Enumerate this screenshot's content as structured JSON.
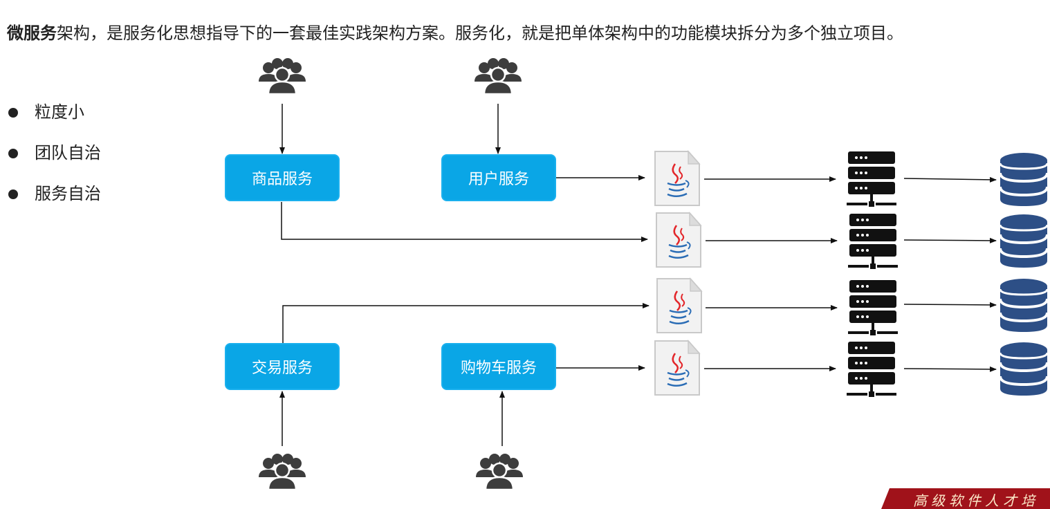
{
  "intro": {
    "bold": "微服务",
    "text": "架构，是服务化思想指导下的一套最佳实践架构方案。服务化，就是把单体架构中的功能模块拆分为多个独立项目。"
  },
  "bullets": [
    "粒度小",
    "团队自治",
    "服务自治"
  ],
  "services": {
    "product": "商品服务",
    "user": "用户服务",
    "trade": "交易服务",
    "cart": "购物车服务"
  },
  "icons": {
    "users": "users-group-icon",
    "app": "java-app-icon",
    "server": "server-rack-icon",
    "database": "database-icon"
  },
  "colors": {
    "service_box": "#0aa6e6",
    "users_icon": "#3d3d3d",
    "database": "#2d4f86",
    "server": "#111111",
    "banner": "#a0121a"
  },
  "banner_text": "高级软件人才培"
}
